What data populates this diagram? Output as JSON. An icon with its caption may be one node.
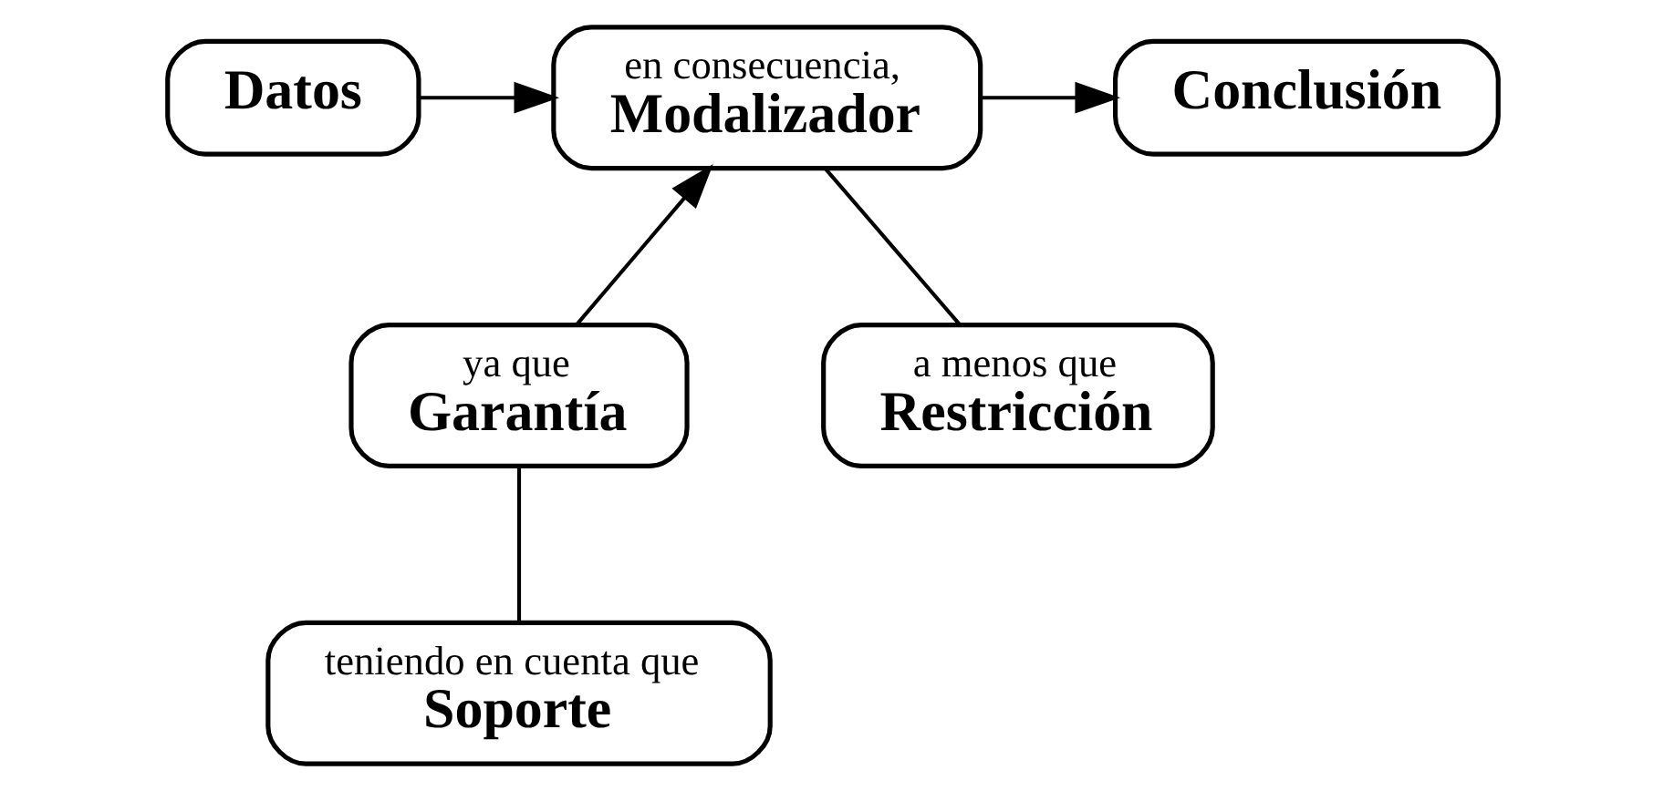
{
  "diagram": {
    "nodes": [
      {
        "text": [
          "Datos"
        ]
      },
      {
        "text": [
          "en consecuencia,",
          "Modalizador"
        ]
      },
      {
        "text": [
          "Conclusión"
        ]
      },
      {
        "text": [
          "ya que",
          "Garantía"
        ]
      },
      {
        "text": [
          "a menos que",
          "Restricción"
        ]
      },
      {
        "text": [
          "teniendo en cuenta que",
          "Soporte"
        ]
      }
    ],
    "edges": [
      {
        "from": 0,
        "to": 1,
        "arrow": "to"
      },
      {
        "from": 1,
        "to": 2,
        "arrow": "to"
      },
      {
        "from": 3,
        "to": 1,
        "arrow": "to"
      },
      {
        "from": 4,
        "to": 1,
        "arrow": "none"
      },
      {
        "from": 5,
        "to": 3,
        "arrow": "none"
      }
    ]
  }
}
